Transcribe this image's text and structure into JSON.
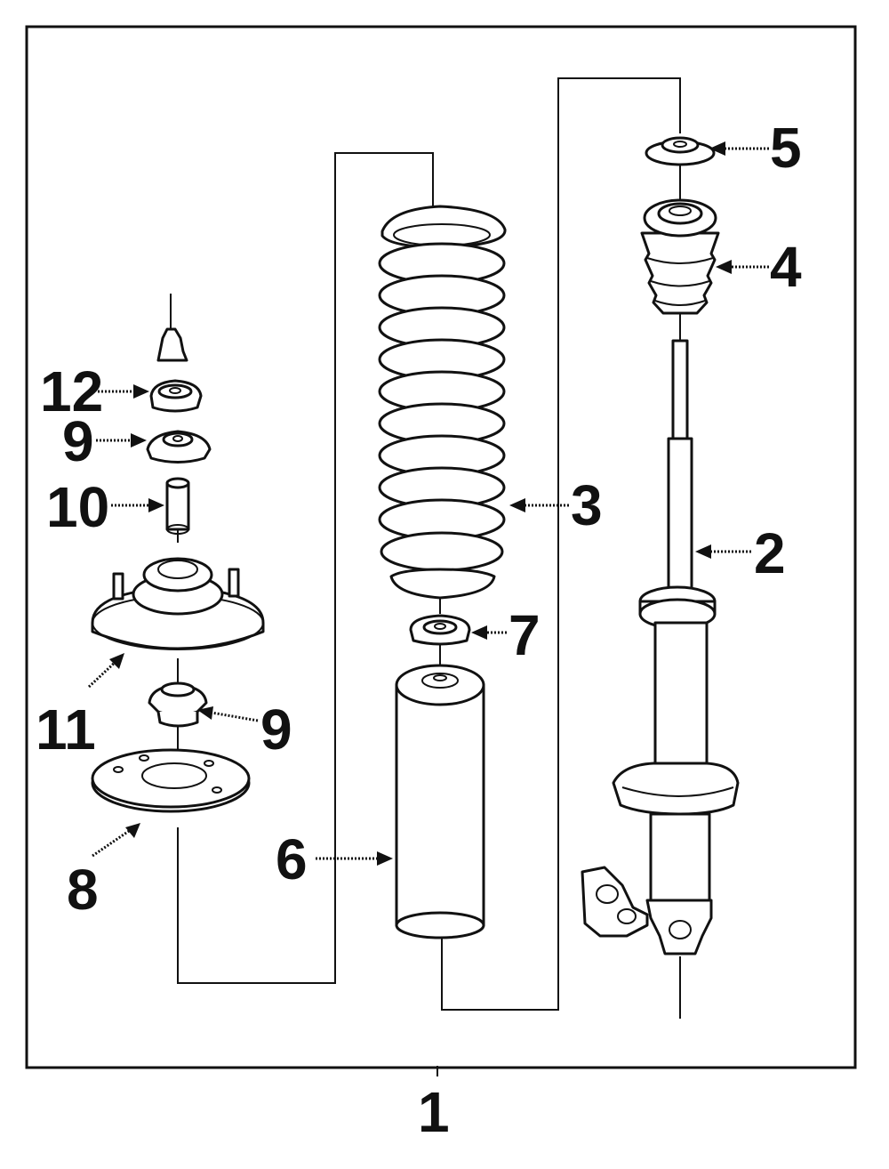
{
  "diagram": {
    "callouts": {
      "c1": "1",
      "c2": "2",
      "c3": "3",
      "c4": "4",
      "c5": "5",
      "c6": "6",
      "c7": "7",
      "c8": "8",
      "c9a": "9",
      "c9b": "9",
      "c10": "10",
      "c11": "11",
      "c12": "12"
    }
  }
}
